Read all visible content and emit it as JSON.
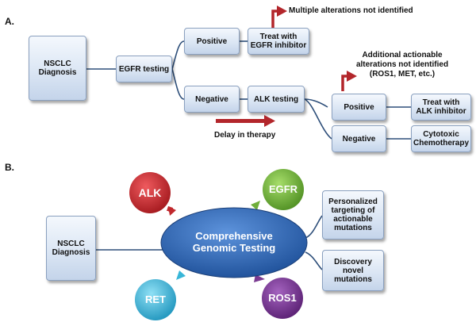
{
  "panel_a": {
    "label": "A.",
    "nsclc": {
      "line1": "NSCLC",
      "line2": "Diagnosis"
    },
    "egfr_testing": "EGFR testing",
    "positive_1": "Positive",
    "treat_egfr": {
      "line1": "Treat with",
      "line2": "EGFR inhibitor"
    },
    "multiple_alterations": "Multiple alterations not identified",
    "negative_1": "Negative",
    "alk_testing": "ALK testing",
    "additional": {
      "line1": "Additional actionable",
      "line2": "alterations not identified",
      "line3": "(ROS1, MET, etc.)"
    },
    "positive_2": "Positive",
    "treat_alk": {
      "line1": "Treat with",
      "line2": "ALK inhibitor"
    },
    "negative_2": "Negative",
    "cytotoxic": {
      "line1": "Cytotoxic",
      "line2": "Chemotherapy"
    },
    "delay": "Delay in therapy"
  },
  "panel_b": {
    "label": "B.",
    "nsclc": {
      "line1": "NSCLC",
      "line2": "Diagnosis"
    },
    "center": {
      "line1": "Comprehensive",
      "line2": "Genomic Testing"
    },
    "alk": "ALK",
    "egfr": "EGFR",
    "ret": "RET",
    "ros1": "ROS1",
    "personalized": {
      "line1": "Personalized",
      "line2": "targeting of",
      "line3": "actionable",
      "line4": "mutations"
    },
    "discovery": {
      "line1": "Discovery",
      "line2": "novel",
      "line3": "mutations"
    }
  },
  "colors": {
    "connector": "#2e4f7a",
    "arrow_red": "#b3262b",
    "alk": "#c0282d",
    "egfr": "#6fae3a",
    "ret": "#38b6d8",
    "ros1": "#7a3a91",
    "center": "#2c64b2"
  }
}
